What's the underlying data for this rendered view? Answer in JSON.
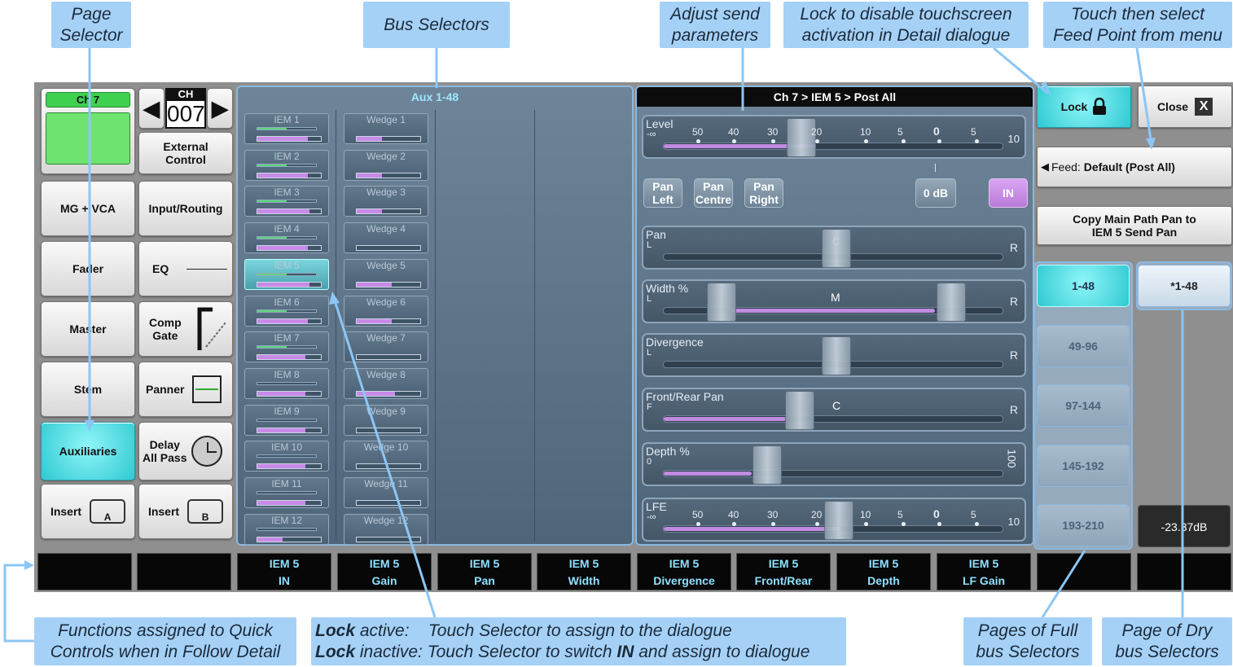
{
  "callouts": {
    "page_selector": "Page\nSelector",
    "bus_selectors": "Bus Selectors",
    "adjust_send": "Adjust send\nparameters",
    "lock_info": "Lock to disable touchscreen\nactivation in Detail dialogue",
    "touch_feed": "Touch then select\nFeed Point from menu",
    "quick_controls": "Functions assigned to Quick\nControls when in Follow Detail",
    "lock_active_b": "Lock",
    "lock_active_t": " active:    Touch Selector to assign to the dialogue",
    "lock_inactive_b": "Lock",
    "lock_inactive_t": " inactive: Touch Selector to switch ",
    "lock_inactive_in": "IN",
    "lock_inactive_t2": " and assign to dialogue",
    "pages_full": "Pages of Full\nbus Selectors",
    "page_dry": "Page of Dry\nbus Selectors"
  },
  "left": {
    "ch_label": "Ch 7",
    "ch_num_label": "CH",
    "ch_num": "007",
    "external_control": "External\nControl",
    "mg_vca": "MG + VCA",
    "input_routing": "Input/Routing",
    "fader": "Fader",
    "eq": "EQ",
    "master": "Master",
    "comp_gate": "Comp\nGate",
    "stem": "Stem",
    "panner": "Panner",
    "auxiliaries": "Auxiliaries",
    "delay": "Delay\nAll Pass",
    "insert_a": "Insert",
    "insert_a_tag": "A",
    "insert_b": "Insert",
    "insert_b_tag": "B"
  },
  "bus": {
    "title": "Aux 1-48",
    "iem": [
      {
        "name": "IEM 1",
        "lvl": 0.8,
        "pan": 0.5
      },
      {
        "name": "IEM 2",
        "lvl": 0.8,
        "pan": 0.5
      },
      {
        "name": "IEM 3",
        "lvl": 0.82,
        "pan": 0.5
      },
      {
        "name": "IEM 4",
        "lvl": 0.8,
        "pan": 0.5
      },
      {
        "name": "IEM 5",
        "lvl": 0.82,
        "pan": 0.5
      },
      {
        "name": "IEM 6",
        "lvl": 0.8,
        "pan": 0.5
      },
      {
        "name": "IEM 7",
        "lvl": 0.76,
        "pan": 0.5
      },
      {
        "name": "IEM 8",
        "lvl": 0.76,
        "pan": 0
      },
      {
        "name": "IEM 9",
        "lvl": 0.76,
        "pan": 0
      },
      {
        "name": "IEM 10",
        "lvl": 0.76,
        "pan": 0
      },
      {
        "name": "IEM 11",
        "lvl": 0.76,
        "pan": 0
      },
      {
        "name": "IEM 12",
        "lvl": 0.4,
        "pan": 0
      }
    ],
    "wedge": [
      {
        "name": "Wedge 1",
        "lvl": 0.4
      },
      {
        "name": "Wedge 2",
        "lvl": 0.4
      },
      {
        "name": "Wedge 3",
        "lvl": 0.4
      },
      {
        "name": "Wedge 4",
        "lvl": 0
      },
      {
        "name": "Wedge 5",
        "lvl": 0.55
      },
      {
        "name": "Wedge 6",
        "lvl": 0.55
      },
      {
        "name": "Wedge 7",
        "lvl": 0
      },
      {
        "name": "Wedge 8",
        "lvl": 0.6
      },
      {
        "name": "Wedge 9",
        "lvl": 0
      },
      {
        "name": "Wedge 10",
        "lvl": 0
      },
      {
        "name": "Wedge 11",
        "lvl": 0
      },
      {
        "name": "Wedge 12",
        "lvl": 0
      }
    ]
  },
  "detail": {
    "title": "Ch 7 > IEM 5 > Post All",
    "level_label": "Level",
    "level_minus_inf": "-∞",
    "scale": [
      "50",
      "40",
      "30",
      "20",
      "10",
      "5",
      "0",
      "5"
    ],
    "scale_max": "10",
    "pan_left": "Pan\nLeft",
    "pan_centre": "Pan\nCentre",
    "pan_right": "Pan\nRight",
    "zero_db": "0 dB",
    "in": "IN",
    "pan": "Pan",
    "width": "Width  %",
    "divergence": "Divergence",
    "front_rear": "Front/Rear Pan",
    "depth": "Depth %",
    "depth_min": "0",
    "depth_max": "100",
    "lfe": "LFE",
    "L": "L",
    "R": "R",
    "F": "F",
    "C": "C",
    "M": "M"
  },
  "right": {
    "lock": "Lock",
    "close": "Close",
    "close_x": "X",
    "feed_prefix": "Feed: ",
    "feed_value": "Default (Post All)",
    "copy": "Copy Main Path Pan to\nIEM 5 Send Pan",
    "pages": [
      "1-48",
      "49-96",
      "97-144",
      "145-192",
      "193-210"
    ],
    "dry_page": "*1-48",
    "meter": "-23.37dB"
  },
  "quick": [
    [
      "",
      ""
    ],
    [
      "",
      ""
    ],
    [
      "IEM 5",
      "IN"
    ],
    [
      "IEM 5",
      "Gain"
    ],
    [
      "IEM 5",
      "Pan"
    ],
    [
      "IEM 5",
      "Width"
    ],
    [
      "IEM 5",
      "Divergence"
    ],
    [
      "IEM 5",
      "Front/Rear"
    ],
    [
      "IEM 5",
      "Depth"
    ],
    [
      "IEM 5",
      "LF Gain"
    ],
    [
      "",
      ""
    ],
    [
      "",
      ""
    ]
  ]
}
